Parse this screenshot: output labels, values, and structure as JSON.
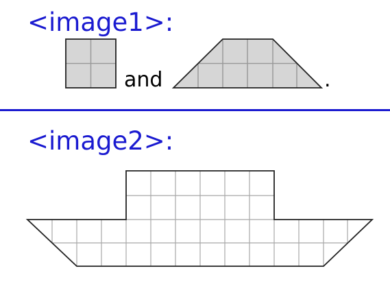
{
  "section1": {
    "label": "<image1>:",
    "joiner": "and",
    "end_mark": "."
  },
  "section2": {
    "label": "<image2>:"
  },
  "colors": {
    "label_blue": "#1a1ad0",
    "tile_fill": "#d6d6d6",
    "grid_line": "#9a9a9a",
    "outline": "#222222"
  }
}
